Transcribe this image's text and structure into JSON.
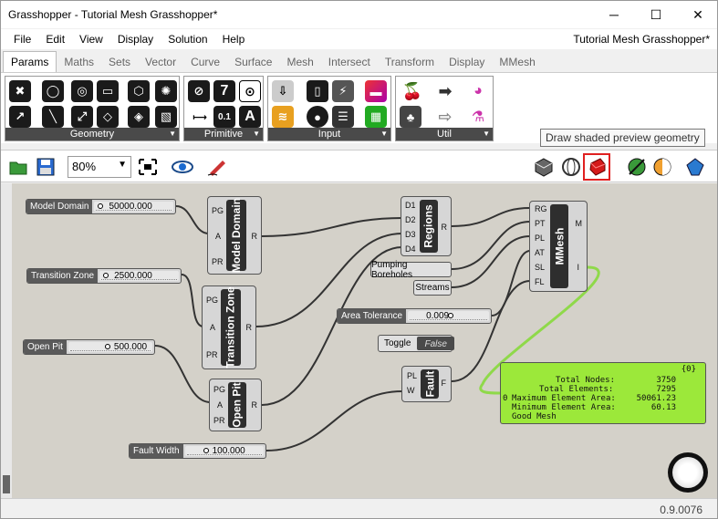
{
  "window": {
    "title": "Grasshopper - Tutorial Mesh Grasshopper*",
    "minimize": "─",
    "maximize": "☐",
    "close": "✕"
  },
  "menu": {
    "items": [
      "File",
      "Edit",
      "View",
      "Display",
      "Solution",
      "Help"
    ],
    "document_name": "Tutorial Mesh Grasshopper*"
  },
  "tabs": [
    "Params",
    "Maths",
    "Sets",
    "Vector",
    "Curve",
    "Surface",
    "Mesh",
    "Intersect",
    "Transform",
    "Display",
    "MMesh"
  ],
  "ribbon": {
    "panels": [
      "Geometry",
      "Primitive",
      "Input",
      "Util"
    ],
    "primitive_icons": [
      "7",
      "0.1",
      "A"
    ]
  },
  "tooltip": "Draw shaded preview geometry",
  "toolbar": {
    "zoom": "80%"
  },
  "canvas": {
    "sliders": [
      {
        "label": "Model Domain",
        "value": "50000.000"
      },
      {
        "label": "Transition Zone",
        "value": "2500.000"
      },
      {
        "label": "Open Pit",
        "value": "500.000"
      },
      {
        "label": "Area Tolerance",
        "value": "0.009"
      },
      {
        "label": "Fault Width",
        "value": "100.000"
      }
    ],
    "components": [
      {
        "name": "Model Domain",
        "inputs": [
          "PG",
          "A",
          "PR"
        ],
        "outputs": [
          "R"
        ]
      },
      {
        "name": "Transition Zone",
        "inputs": [
          "PG",
          "A",
          "PR"
        ],
        "outputs": [
          "R"
        ]
      },
      {
        "name": "Open Pit",
        "inputs": [
          "PG",
          "A",
          "PR"
        ],
        "outputs": [
          "R"
        ]
      },
      {
        "name": "Regions",
        "inputs": [
          "D1",
          "D2",
          "D3",
          "D4"
        ],
        "outputs": [
          "R"
        ]
      },
      {
        "name": "MMesh",
        "inputs": [
          "RG",
          "PT",
          "PL",
          "AT",
          "SL",
          "FL"
        ],
        "outputs": [
          "M",
          "I"
        ]
      },
      {
        "name": "Fault",
        "inputs": [
          "PL",
          "W"
        ],
        "outputs": [
          "F"
        ]
      }
    ],
    "params": [
      {
        "label": "Pumping Boreholes"
      },
      {
        "label": "Streams"
      }
    ],
    "toggle": {
      "label": "Toggle",
      "value": "False"
    },
    "panel": {
      "index": "{0}",
      "item_index": "0",
      "rows": [
        {
          "k": "Total Nodes:",
          "v": "3750"
        },
        {
          "k": "Total Elements:",
          "v": "7295"
        },
        {
          "k": "Maximum Element Area:",
          "v": "50061.23"
        },
        {
          "k": "Minimum Element Area:",
          "v": "60.13"
        },
        {
          "k": "Good Mesh",
          "v": ""
        }
      ]
    }
  },
  "status": {
    "version": "0.9.0076"
  }
}
